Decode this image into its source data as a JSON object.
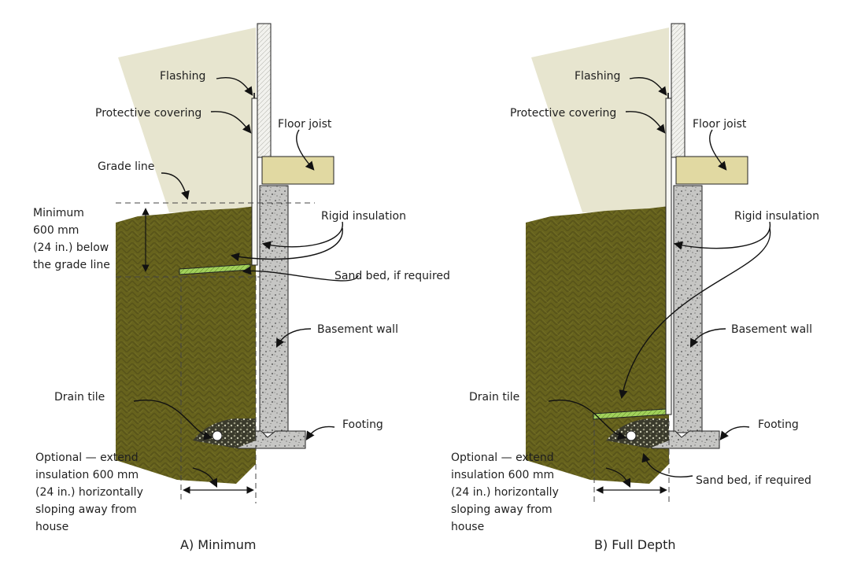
{
  "panels": [
    {
      "caption": "A) Minimum",
      "labels": {
        "flashing": "Flashing",
        "protective_covering": "Protective covering",
        "floor_joist": "Floor joist",
        "grade_line": "Grade line",
        "minimum": [
          "Minimum",
          "600 mm",
          "(24 in.) below",
          "the grade line"
        ],
        "rigid_insulation": "Rigid insulation",
        "sand_bed": "Sand bed, if required",
        "basement_wall": "Basement wall",
        "drain_tile": "Drain tile",
        "footing": "Footing",
        "optional": [
          "Optional — extend",
          "insulation 600 mm",
          "(24 in.) horizontally",
          "sloping away from",
          "house"
        ]
      }
    },
    {
      "caption": "B) Full Depth",
      "labels": {
        "flashing": "Flashing",
        "protective_covering": "Protective covering",
        "floor_joist": "Floor joist",
        "rigid_insulation": "Rigid insulation",
        "basement_wall": "Basement wall",
        "drain_tile": "Drain tile",
        "footing": "Footing",
        "sand_bed": "Sand bed, if required",
        "optional": [
          "Optional — extend",
          "insulation 600 mm",
          "(24 in.) horizontally",
          "sloping away from",
          "house"
        ]
      }
    }
  ],
  "colors": {
    "sky": "#e7e5cf",
    "soil": "#67631d",
    "soil_hatch": "#58541a",
    "concrete": "#c6c6c4",
    "joist": "#e1d9a2",
    "insulation_green": "#a2d15c",
    "wall_panel": "#f2f2ee"
  }
}
